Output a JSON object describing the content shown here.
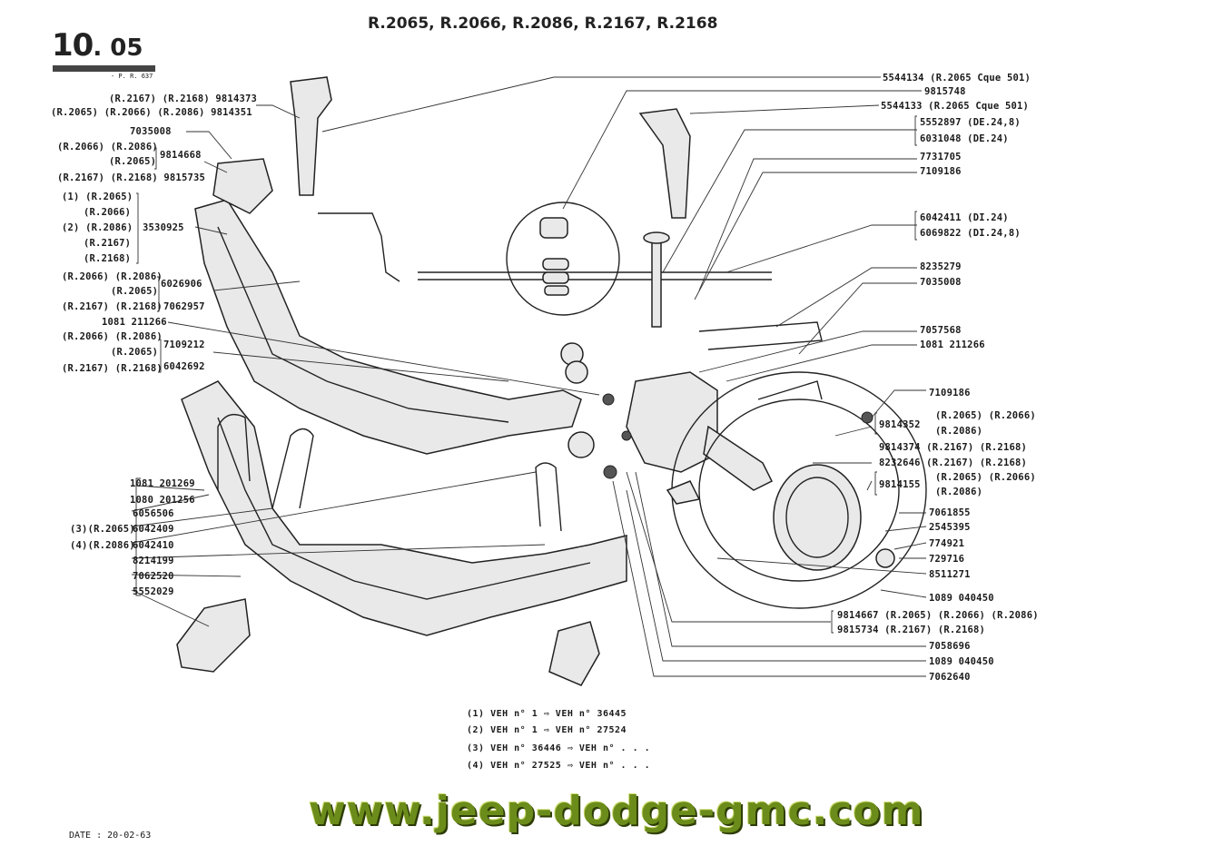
{
  "header": {
    "plate_main": "10",
    "plate_sub": ". 05",
    "plate_ref": "- P. R. 637",
    "title": "R.2065, R.2066, R.2086, R.2167, R.2168"
  },
  "labels_left": [
    "(R.2167) (R.2168) 9814373",
    "(R.2065) (R.2066) (R.2086)  9814351",
    "7035008",
    "(R.2066) (R.2086)",
    "(R.2065)",
    "9814668",
    "(R.2167) (R.2168)  9815735",
    "(1)  (R.2065)",
    "(R.2066)",
    "(2)  (R.2086)",
    "3530925",
    "(R.2167)",
    "(R.2168)",
    "(R.2066) (R.2086)",
    "(R.2065)",
    "6026906",
    "(R.2167) (R.2168)",
    "7062957",
    "1081 211266",
    "(R.2066) (R.2086)",
    "(R.2065)",
    "7109212",
    "(R.2167) (R.2168)",
    "6042692",
    "1081  201269",
    "1080  201256",
    "6056506",
    "(3)(R.2065)",
    "6042409",
    "(4)(R.2086)",
    "6042410",
    "8214199",
    "7062520",
    "5552029"
  ],
  "labels_right": [
    "5544134 (R.2065 Cque 501)",
    "9815748",
    "5544133 (R.2065 Cque 501)",
    "5552897 (DE.24,8)",
    "6031048 (DE.24)",
    "7731705",
    "7109186",
    "6042411 (DI.24)",
    "6069822 (DI.24,8)",
    "8235279",
    "7035008",
    "7057568",
    "1081 211266",
    "7109186",
    "9814352",
    "(R.2065) (R.2066)",
    "(R.2086)",
    "9814374 (R.2167) (R.2168)",
    "8232646 (R.2167) (R.2168)",
    "9814155",
    "(R.2065) (R.2066)",
    "(R.2086)",
    "7061855",
    "2545395",
    "774921",
    "729716",
    "8511271",
    "1089 040450",
    "9814667 (R.2065) (R.2066) (R.2086)",
    "9815734 (R.2167) (R.2168)",
    "7058696",
    "1089 040450",
    "7062640"
  ],
  "footnotes": [
    "(1) VEH n° 1      ⇨ VEH n° 36445",
    "(2) VEH n° 1      ⇨ VEH n° 27524",
    "(3) VEH n° 36446 ⇨ VEH n° . . .",
    "(4) VEH n° 27525 ⇨ VEH n° . . ."
  ],
  "watermark": "www.jeep-dodge-gmc.com",
  "date": "DATE : 20-02-63"
}
